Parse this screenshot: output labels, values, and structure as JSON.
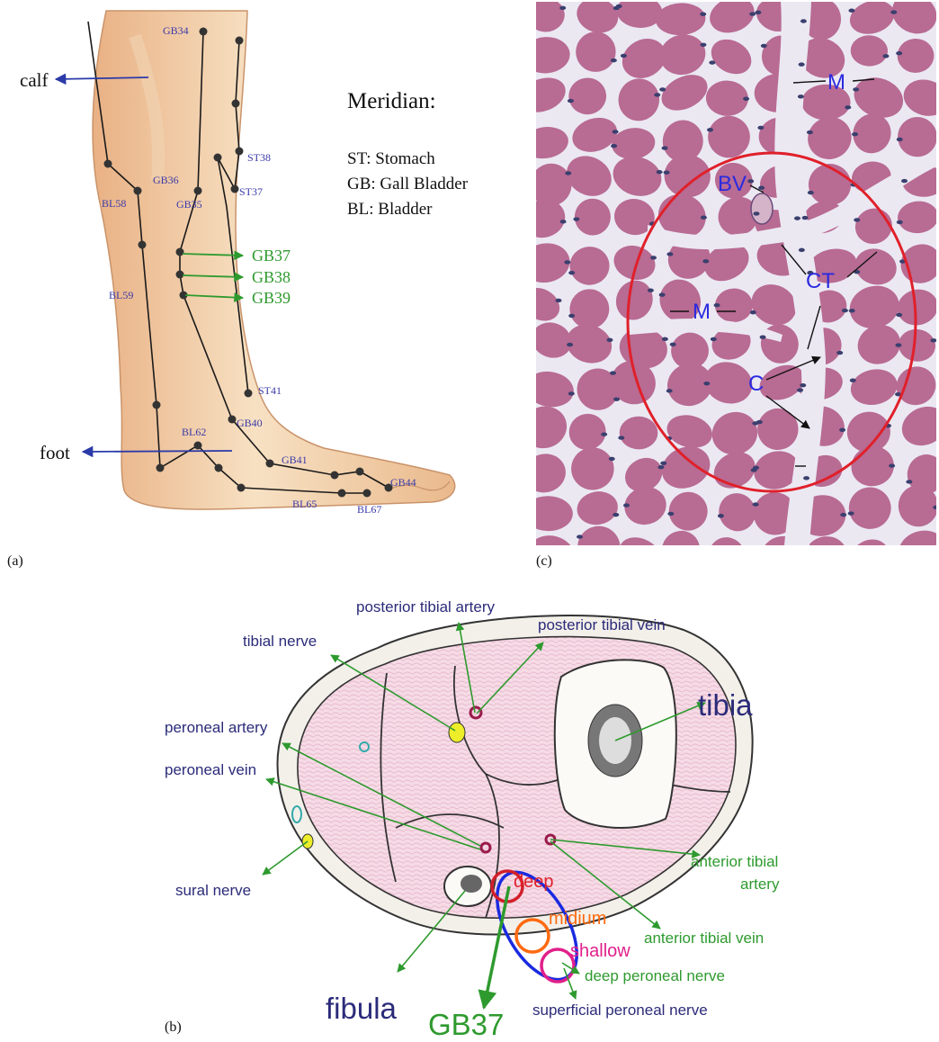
{
  "panels": {
    "a": {
      "caption": "(a)",
      "body_labels": {
        "calf": "calf",
        "foot": "foot"
      },
      "meridian": {
        "title": "Meridian:",
        "entries": [
          "ST: Stomach",
          "GB: Gall Bladder",
          "BL: Bladder"
        ]
      },
      "points": {
        "GB34": "GB34",
        "ST38": "ST38",
        "GB36": "GB36",
        "ST37": "ST37",
        "GB35": "GB35",
        "BL58": "BL58",
        "BL59": "BL59",
        "ST41": "ST41",
        "GB40": "GB40",
        "BL62": "BL62",
        "GB41": "GB41",
        "GB44": "GB44",
        "BL65": "BL65",
        "BL67": "BL67"
      },
      "highlighted_points": [
        "GB37",
        "GB38",
        "GB39"
      ]
    },
    "b": {
      "caption": "(b)",
      "labels": {
        "posterior_tibial_artery": "posterior tibial artery",
        "posterior_tibial_vein": "posterior tibial vein",
        "tibial_nerve": "tibial nerve",
        "tibia": "tibia",
        "peroneal_artery": "peroneal artery",
        "peroneal_vein": "peroneal vein",
        "sural_nerve": "sural nerve",
        "anterior_tibial_artery_1": "anterior tibial",
        "anterior_tibial_artery_2": "artery",
        "anterior_tibial_vein": "anterior tibial vein",
        "deep_peroneal_nerve": "deep peroneal nerve",
        "superficial_peroneal_nerve": "superficial peroneal nerve",
        "fibula": "fibula",
        "gb37": "GB37",
        "deep": "deep",
        "midium": "midium",
        "shallow": "shallow"
      }
    },
    "c": {
      "caption": "(c)",
      "labels": {
        "M_top": "M",
        "BV": "BV",
        "CT": "CT",
        "M_left": "M",
        "C": "C"
      }
    }
  },
  "colors": {
    "point_label": "#3a3aa8",
    "green": "#2e9a2e",
    "navy": "#2b2b7a",
    "tissue": "#b86b93",
    "connective": "#e7e4ef",
    "red_ring": "#e0202a"
  }
}
